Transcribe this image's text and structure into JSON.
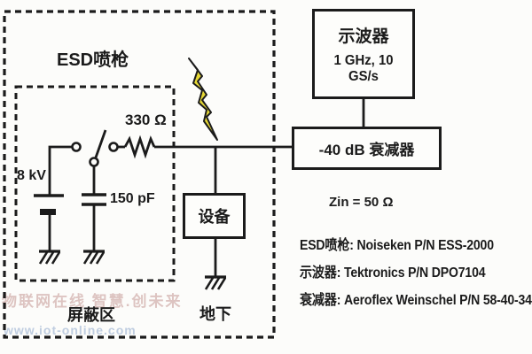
{
  "colors": {
    "line": "#1b1b1b",
    "background": "#fcfcfa",
    "bolt_fill": "#e6d836",
    "watermark_pink": "#c9a09c",
    "watermark_blue": "#8fa8cc"
  },
  "diagram": {
    "esd_gun_label": "ESD喷枪",
    "voltage_label": "8 kV",
    "capacitor_label": "150 pF",
    "resistor_label": "330 Ω",
    "device_label": "设备",
    "shield_zone_label": "屏蔽区",
    "ground_label": "地下",
    "oscilloscope_name": "示波器",
    "oscilloscope_specs": "1 GHz, 10 GS/s",
    "attenuator_label": "-40 dB 衰减器",
    "zin_label": "Zin = 50 Ω"
  },
  "equipment_list": [
    "ESD喷枪: Noiseken P/N ESS-2000",
    "示波器: Tektronics P/N DPO7104",
    "衰减器: Aeroflex Weinschel P/N 58-40-34"
  ],
  "watermark": {
    "line1": "物联网在线 智慧.创未来",
    "line2": "www.iot-online.com"
  }
}
